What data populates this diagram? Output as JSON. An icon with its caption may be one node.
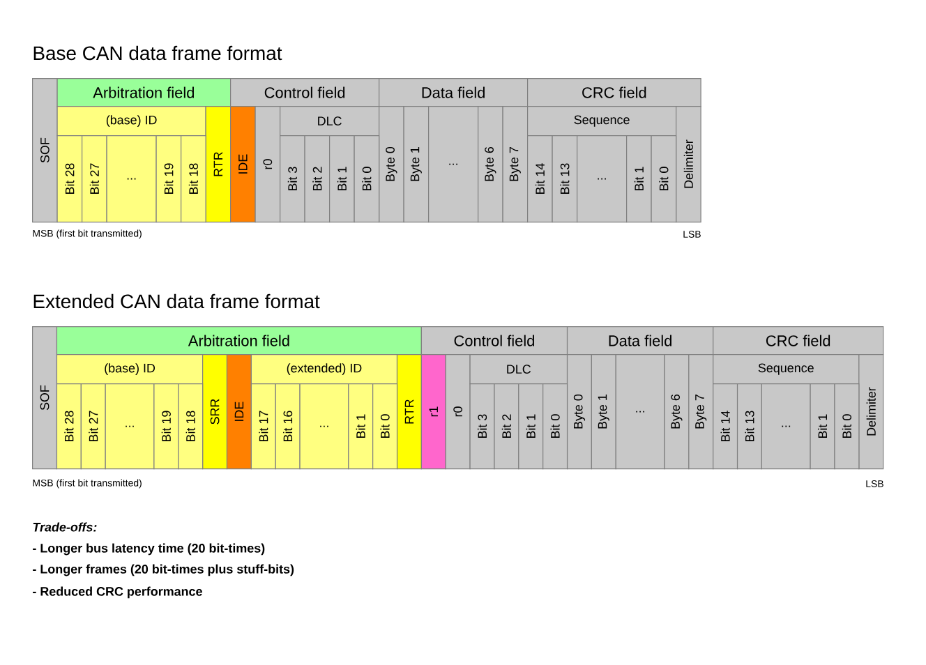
{
  "diagram": {
    "title": "Base CAN data frame format",
    "nodes": [
      {
        "text": [
          "SOF"
        ]
      },
      {
        "text": [
          "Arbitration field"
        ]
      },
      {
        "text": [
          "Control field"
        ]
      },
      {
        "text": [
          "Data field"
        ]
      },
      {
        "text": [
          "CRC field"
        ]
      },
      {
        "text": [
          "(base) ID"
        ]
      },
      {
        "text": [
          "RTR"
        ]
      },
      {
        "text": [
          "IDE"
        ]
      },
      {
        "text": [
          "r0"
        ]
      },
      {
        "text": [
          "DLC"
        ]
      },
      {
        "text": [
          "Byte 0"
        ]
      },
      {
        "text": [
          "Byte 1"
        ]
      },
      {
        "text": [
          "..."
        ]
      },
      {
        "text": [
          "Byte 6"
        ]
      },
      {
        "text": [
          "Byte 7"
        ]
      },
      {
        "text": [
          "Sequence"
        ]
      },
      {
        "text": [
          "Delimiter"
        ]
      },
      {
        "text": [
          "Bit 28"
        ]
      },
      {
        "text": [
          "Bit 27"
        ]
      },
      {
        "text": [
          "..."
        ]
      },
      {
        "text": [
          "Bit 19"
        ]
      },
      {
        "text": [
          "Bit 18"
        ]
      },
      {
        "text": [
          "Bit 3"
        ]
      },
      {
        "text": [
          "Bit 2"
        ]
      },
      {
        "text": [
          "Bit 1"
        ]
      },
      {
        "text": [
          "Bit 0"
        ]
      },
      {
        "text": [
          "Bit 14"
        ]
      },
      {
        "text": [
          "Bit 13"
        ]
      },
      {
        "text": [
          "..."
        ]
      },
      {
        "text": [
          "Bit 1"
        ]
      },
      {
        "text": [
          "Bit 0"
        ]
      },
      {
        "text": [
          "SOF"
        ]
      },
      {
        "text": [
          "Arbitration field"
        ]
      },
      {
        "text": [
          "Control field"
        ]
      },
      {
        "text": [
          "Data field"
        ]
      },
      {
        "text": [
          "CRC field"
        ]
      },
      {
        "text": [
          "(base) ID"
        ]
      },
      {
        "text": [
          "SRR"
        ]
      },
      {
        "text": [
          "IDE"
        ]
      },
      {
        "text": [
          "(extended) ID"
        ]
      },
      {
        "text": [
          "RTR"
        ]
      },
      {
        "text": [
          "r1"
        ]
      },
      {
        "text": [
          "r0"
        ]
      },
      {
        "text": [
          "DLC"
        ]
      },
      {
        "text": [
          "Byte 0"
        ]
      },
      {
        "text": [
          "Byte 1"
        ]
      },
      {
        "text": [
          "..."
        ]
      },
      {
        "text": [
          "Byte 6"
        ]
      },
      {
        "text": [
          "Byte 7"
        ]
      },
      {
        "text": [
          "Sequence"
        ]
      },
      {
        "text": [
          "Delimiter"
        ]
      },
      {
        "text": [
          "Bit 28"
        ]
      },
      {
        "text": [
          "Bit 27"
        ]
      },
      {
        "text": [
          "..."
        ]
      },
      {
        "text": [
          "Bit 19"
        ]
      },
      {
        "text": [
          "Bit 18"
        ]
      },
      {
        "text": [
          "Bit 17"
        ]
      },
      {
        "text": [
          "Bit 16"
        ]
      },
      {
        "text": [
          "..."
        ]
      },
      {
        "text": [
          "Bit 1"
        ]
      },
      {
        "text": [
          "Bit 0"
        ]
      },
      {
        "text": [
          "Bit 3"
        ]
      },
      {
        "text": [
          "Bit 2"
        ]
      },
      {
        "text": [
          "Bit 1"
        ]
      },
      {
        "text": [
          "Bit 0"
        ]
      },
      {
        "text": [
          "Bit 14"
        ]
      },
      {
        "text": [
          "Bit 13"
        ]
      },
      {
        "text": [
          "..."
        ]
      },
      {
        "text": [
          "Bit 1"
        ]
      },
      {
        "text": [
          "Bit 0"
        ]
      }
    ],
    "labels": [
      "MSB (first bit transmitted)",
      "LSB",
      "Extended CAN data frame format",
      "MSB (first bit transmitted)",
      "LSB",
      "Trade-offs:",
      "- Longer bus latency time (20 bit-times)",
      "- Longer frames (20 bit-times plus stuff-bits)",
      "- Reduced CRC performance"
    ]
  }
}
